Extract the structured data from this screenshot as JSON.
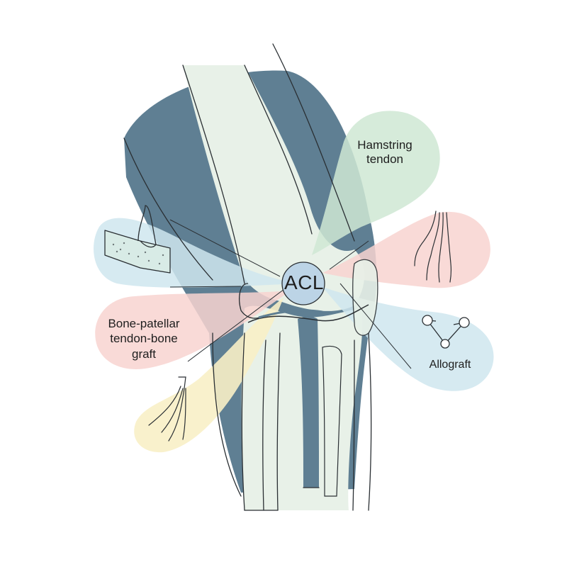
{
  "center": {
    "label": "ACL"
  },
  "grafts": {
    "hamstring": {
      "label_lines": [
        "Hamstring",
        "tendon"
      ]
    },
    "bptb": {
      "label_lines": [
        "Bone-patellar",
        "tendon-bone",
        "graft"
      ]
    },
    "allograft": {
      "label": "Allograft"
    }
  },
  "colors": {
    "femur_shadow": "#5f7f93",
    "bone_fill": "#e8f1e8",
    "hamstring_petal": "#cfe8d3",
    "bptb_petal": "#f8d3d0",
    "allograft_petal": "#cfe6ef",
    "bone_block_petal": "#cfe6ef",
    "yellow_petal": "#f8efc6",
    "acl_circle": "#bcd4e6",
    "outline": "#2a2f33"
  },
  "icons": {
    "bone_block": "bone-block-graft-icon",
    "tendon_strands_right": "tendon-strands-icon",
    "tendon_strands_left": "tendon-strands-icon",
    "allograft_network": "molecule-network-icon"
  }
}
